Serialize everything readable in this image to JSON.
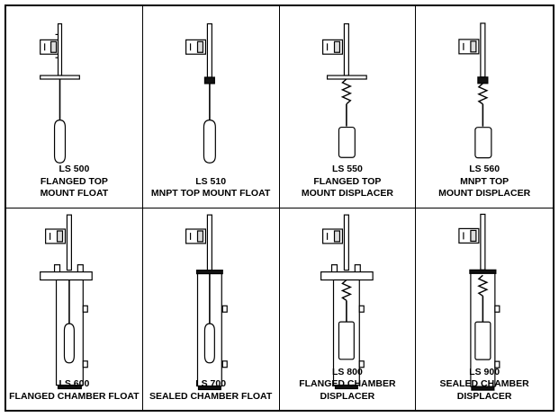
{
  "products": [
    {
      "model": "LS 500",
      "name_lines": [
        "FLANGED TOP",
        "MOUNT FLOAT"
      ]
    },
    {
      "model": "LS 510",
      "name_lines": [
        "MNPT TOP MOUNT FLOAT"
      ]
    },
    {
      "model": "LS 550",
      "name_lines": [
        "FLANGED TOP",
        "MOUNT DISPLACER"
      ]
    },
    {
      "model": "LS 560",
      "name_lines": [
        "MNPT TOP",
        "MOUNT DISPLACER"
      ]
    },
    {
      "model": "LS 600",
      "name_lines": [
        "FLANGED CHAMBER FLOAT"
      ]
    },
    {
      "model": "LS 700",
      "name_lines": [
        "SEALED CHAMBER FLOAT"
      ]
    },
    {
      "model": "LS 800",
      "name_lines": [
        "FLANGED CHAMBER",
        "DISPLACER"
      ]
    },
    {
      "model": "LS 900",
      "name_lines": [
        "SEALED CHAMBER",
        "DISPLACER"
      ]
    }
  ]
}
